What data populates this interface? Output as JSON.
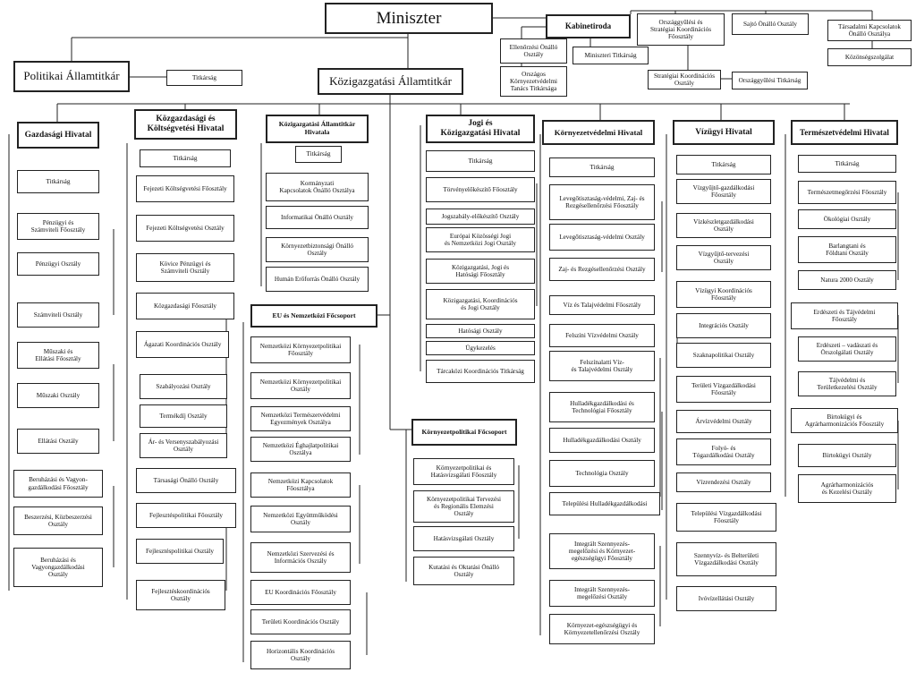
{
  "top": {
    "minister": "Miniszter",
    "kabinetiroda": "Kabinetiroda",
    "orszaggyulesi_strat": "Országgyűlési és\nStratégiai Koordinációs\nFőosztály",
    "sajto": "Sajtó Önálló Osztály",
    "tarsadalmi": "Társadalmi Kapcsolatok\nÖnálló Osztálya",
    "kozonseg": "Közönségszolgálat",
    "ellenorzesi": "Ellenőrzési Önálló\nOsztály",
    "miniszteri_titkarsag": "Miniszteri Titkárság",
    "orszagos_kornyezet": "Országos\nKörnyezetvédelmi\nTanács Titkársága",
    "strat_koord": "Stratégiai Koordinációs\nOsztály",
    "orszaggyulesi_titk": "Országgyűlési Titkárság",
    "politikai": "Politikai Államtitkár",
    "politikai_titk": "Titkárság",
    "kozigazgatasi": "Közigazgatási Államtitkár"
  },
  "columns": {
    "gazdasagi": {
      "header": "Gazdasági Hivatal",
      "items": [
        "Titkárság",
        "Pénzügyi és\nSzámviteli Főosztály",
        "Pénzügyi Osztály",
        "Számviteli Osztály",
        "Műszaki és\nEllátási Főosztály",
        "Műszaki Osztály",
        "Ellátási Osztály",
        "Beruházási és Vagyon-\ngazdálkodási Főosztály",
        "Beszerzési, Közbeszerzési\nOsztály",
        "Beruházási és\nVagyongazdálkodási\nOsztály"
      ]
    },
    "kozgazdasagi": {
      "header": "Közgazdasági és\nKöltségvetési Hivatal",
      "items": [
        "Titkárság",
        "Fejezeti Költségvetési Főosztály",
        "Fejezeti Költségvetési Osztály",
        "Kövice Pénzügyi és\nSzámviteli Osztály",
        "Közgazdasági Főosztály",
        "Ágazati Koordinációs Osztály",
        "Szabályozási Osztály",
        "Termékdíj Osztály",
        "Ár- és Versenyszabályozási\nOsztály",
        "Társasági Önálló Osztály",
        "Fejlesztéspolitikai Főosztály",
        "Fejlesztéspolitikai Osztály",
        "Fejlesztéskoordinációs\nOsztály"
      ]
    },
    "kozig_hivatal": {
      "header": "Közigazgatási Államtitkár\nHivatala",
      "items": [
        "Titkárság",
        "Kormányzati\nKapcsolatok Önálló Osztálya",
        "Informatikai Önálló Osztály",
        "Környezetbiztonsági Önálló\nOsztály",
        "Humán Erőforrás Önálló Osztály"
      ]
    },
    "eu": {
      "header": "EU és Nemzetközi Főcsoport",
      "items": [
        "Nemzetközi Környezetpolitikai\nFőosztály",
        "Nemzetközi Környezetpolitikai\nOsztály",
        "Nemzetközi Természetvédelmi\nEgyezmények Osztálya",
        "Nemzetközi Éghajlatpolitikai\nOsztálya",
        "Nemzetközi Kapcsolatok\nFőosztálya",
        "Nemzetközi Együttműködési\nOsztály",
        "Nemzetközi Szervezési és\nInformációs Osztály",
        "EU Koordinációs Főosztály",
        "Területi Koordinációs Osztály",
        "Horizontális Koordinációs\nOsztály"
      ]
    },
    "kornyezetpolitikai": {
      "header": "Környezetpolitikai Főcsoport",
      "items": [
        "Környezetpolitikai és\nHatásvizsgálati Főosztály",
        "Környezetpolitikai Tervezési\nés Regionális Elemzési\nOsztály",
        "Hatásvizsgálati Osztály",
        "Kutatási és Oktatási Önálló\nOsztály"
      ]
    },
    "jogi": {
      "header": "Jogi és\nKözigazgatási Hivatal",
      "items": [
        "Titkárság",
        "Törvényelőkészítő Főosztály",
        "Jogszabály-előkészítő Osztály",
        "Európai Közösségi Jogi\nés Nemzetközi Jogi Osztály",
        "Közigazgatási, Jogi és\nHatósági Főosztály",
        "Közigazgatási, Koordinációs\nés Jogi Osztály",
        "Hatósági Osztály",
        "Ügykezelés",
        "Tárcaközi Koordinációs Titkárság"
      ]
    },
    "kornyezetvedelmi": {
      "header": "Környezetvédelmi Hivatal",
      "items": [
        "Titkárság",
        "Levegőtisztaság-védelmi, Zaj- és\nRezgésellenőrzési Főosztály",
        "Levegőtisztaság-védelmi Osztály",
        "Zaj- és Rezgésellenőrzési Osztály",
        "Víz és Talajvédelmi Főosztály",
        "Felszíni Vízvédelmi Osztály",
        "Felszínalatti Víz-\nés Talajvédelmi Osztály",
        "Hulladékgazdálkodási és\nTechnológiai Főosztály",
        "Hulladékgazdálkodási Osztály",
        "Technológia Osztály",
        "Települési Hulladékgazdálkodási",
        "Integrált Szennyezés-\nmegelőzési és Környezet-\negészségügyi Főosztály",
        "Integrált Szennyezés-\nmegelőzési Osztály",
        "Környezet-egészségügyi és\nKörnyezetellenőrzési Osztály"
      ]
    },
    "vizugyi": {
      "header": "Vízügyi Hivatal",
      "items": [
        "Titkárság",
        "Vízgyűjtő-gazdálkodási\nFőosztály",
        "Vízkészletgazdálkodási\nOsztály",
        "Vízgyűjtő-tervezési\nOsztály",
        "Vízügyi Koordinációs\nFőosztály",
        "Integrációs Osztály",
        "Szaknapolitikai Osztály",
        "Területi Vízgazdálkodási\nFőosztály",
        "Árvízvédelmi  Osztály",
        "Folyó- és\nTógazdálkodási  Osztály",
        "Vízrendezési  Osztály",
        "Települési Vízgazdálkodási\nFőosztály",
        "Szennyvíz- és Belterületi\nVízgazdálkodási Osztály",
        "Ivóvízellátási Osztály"
      ]
    },
    "termeszetvedelmi": {
      "header": "Természetvédelmi Hivatal",
      "items": [
        "Titkárság",
        "Természetmegőrzési Főosztály",
        "Ökológiai Osztály",
        "Barlangtani és\nFöldtani Osztály",
        "Natura 2000 Osztály",
        "Erdészeti és Tájvédelmi\nFőosztály",
        "Erdészeti – vadászati és\nÖrszolgálati Osztály",
        "Tájvédelmi és\nTerületkezelési Osztály",
        "Birtokügyi és\nAgrárharmonizációs Főosztály",
        "Birtokügyi Osztály",
        "Agrárharmonizációs\nés Kezelési Osztály"
      ]
    }
  }
}
